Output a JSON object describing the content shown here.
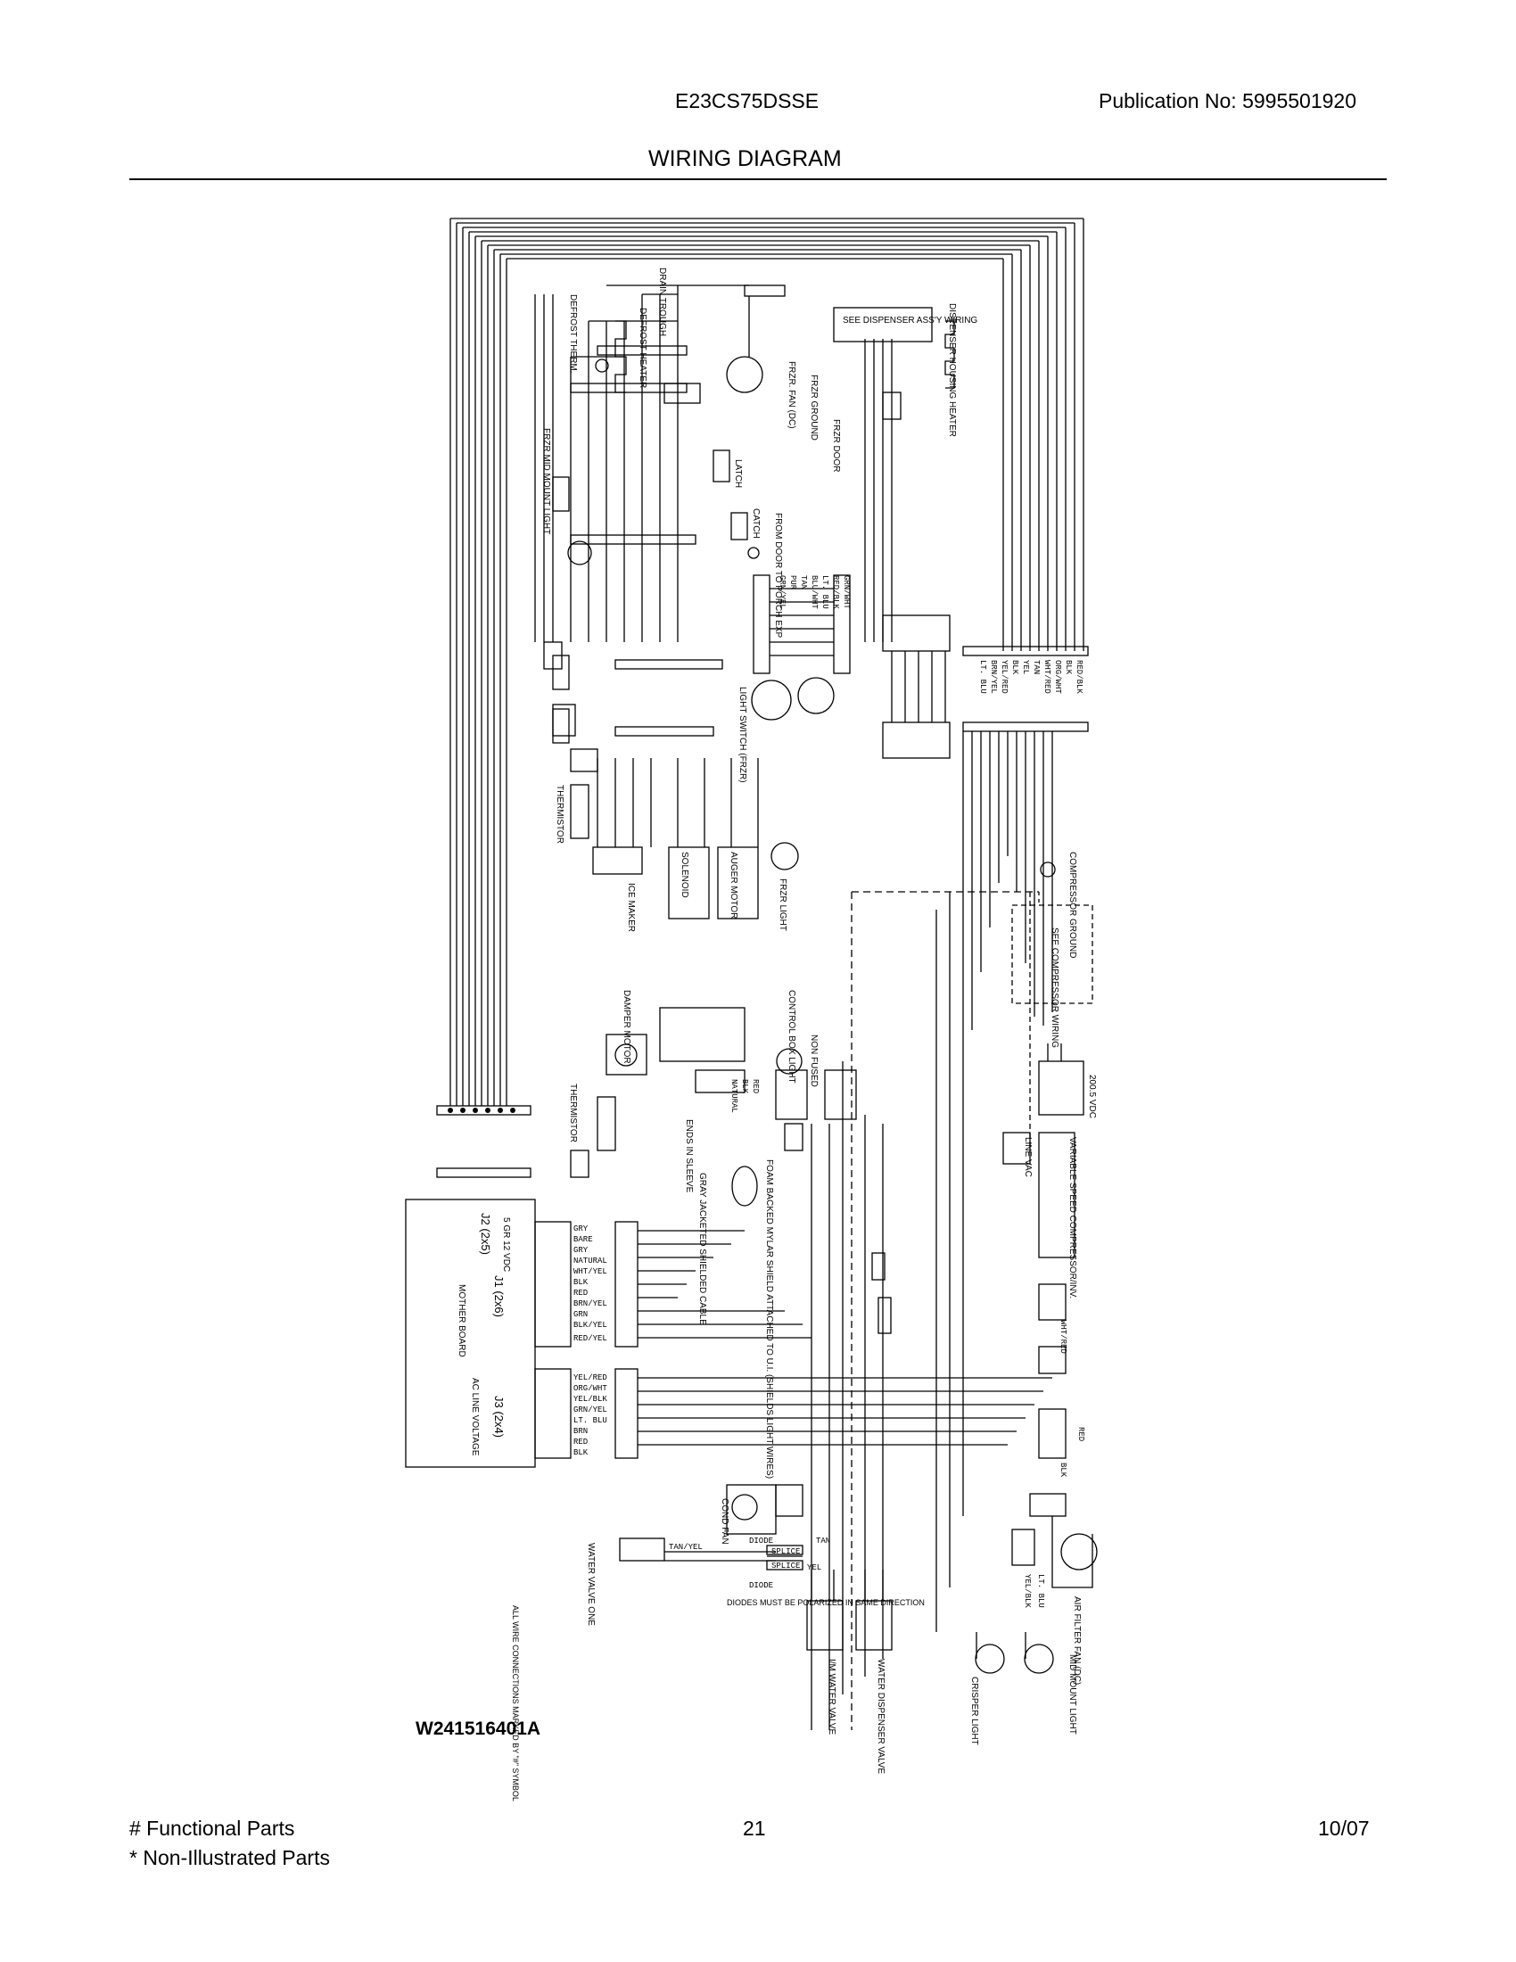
{
  "header": {
    "model": "E23CS75DSSE",
    "publication": "Publication No:  5995501920",
    "title": "WIRING DIAGRAM"
  },
  "diagram": {
    "part_number": "W241516401A",
    "upper_components": {
      "defrost_therm": "DEFROST THERM.",
      "defrost_heater": "DEFROST HEATER",
      "drain_trough": "DRAIN TROUGH",
      "frzr_fan": "FRZR. FAN (DC)",
      "frzr_ground": "FRZR GROUND",
      "dispenser_note": "SEE DISPENSER ASS'Y WIRING",
      "dispenser_heater": "DISPENSER HOUSING HEATER",
      "frzr_door": "FRZR DOOR",
      "frzr_mid_mount_light": "FRZR MID MOUNT LIGHT",
      "latch": "LATCH",
      "catch": "CATCH",
      "from_door": "FROM DOOR TO PORCH EXP",
      "light_switch": "LIGHT SWITCH (FRZR)",
      "thermistor": "THERMISTOR",
      "ice_maker": "ICE MAKER",
      "solenoid": "SOLENOID",
      "auger_motor": "AUGER MOTOR",
      "frzr_light": "FRZR LIGHT",
      "compressor_ground": "COMPRESSOR GROUND",
      "see_compressor_wiring": "SEE COMPRESSOR WIRING"
    },
    "upper_wires": [
      "GRN/YEL",
      "PUR",
      "TAN",
      "BLU/WHT",
      "LT. BLU",
      "RED/BLK",
      "GRN/WHT"
    ],
    "harness_wires": [
      "RED/BLK",
      "BLK",
      "ORG/WHT",
      "WHT/RED",
      "TAN",
      "YEL",
      "BLK",
      "YEL/RED",
      "BRN/YEL",
      "LT. BLU"
    ],
    "middle_components": {
      "damper_motor": "DAMPER MOTOR",
      "control_box": "CONTROL BOX LIGHT",
      "thermistor": "THERMISTOR",
      "non_fused": "NON FUSED",
      "foam_backed_mylar": "FOAM BACKED MYLAR SHIELD ATTACHED TO U.I. (SHIELDS LIGHT WIRES)",
      "shielded_cable": "GRAY JACKETED SHIELDED CABLE",
      "ends_sleeve": "ENDS IN SLEEVE",
      "red_blk_natural": [
        "RED",
        "BLK",
        "NATURAL"
      ],
      "line_vac": "LINE VAC",
      "variable_speed": "VARIABLE SPEED COMPRESSOR/INV.",
      "vdc": "200.5 VDC"
    },
    "mother_board": {
      "label": "MOTHER BOARD",
      "j2": "J2 (2x5)",
      "j1": "J1 (2x6)",
      "j3": "J3 (2x4)",
      "vdc_label": "5 GR 12 VDC",
      "ac_line": "AC LINE VOLTAGE",
      "j2_j1_wires": [
        "GRY",
        "BARE",
        "GRY",
        "NATURAL",
        "WHT/YEL",
        "BLK",
        "RED",
        "BRN/YEL",
        "GRN",
        "BLK/YEL",
        "RED/YEL"
      ],
      "j3_wires": [
        "YEL/RED",
        "ORG/WHT",
        "YEL/BLK",
        "GRN/YEL",
        "LT. BLU",
        "BRN",
        "RED",
        "BLK"
      ]
    },
    "lower_components": {
      "cond_fan": "COND FAN",
      "water_valve_one": "WATER VALVE ONE",
      "diode": "DIODE",
      "splice": "SPLICE",
      "tan_yel": "TAN/YEL",
      "tan": "TAN",
      "yel": "YEL",
      "diode_note": "DIODES MUST BE POLARIZED IN SAME DIRECTION",
      "im_water_valve": "I/M WATER VALVE",
      "water_dispenser_valve": "WATER DISPENSER VALVE",
      "crisper_light": "CRISPER LIGHT",
      "mid_mount_light": "MID MOUNT LIGHT",
      "air_filter_fan": "AIR FILTER FAN (DC)",
      "wht_red": "WHT/RED",
      "red": "RED",
      "blk": "BLK",
      "yel_blk": "YEL/BLK",
      "lt_blu": "LT. BLU",
      "connections_note": "ALL WIRE CONNECTIONS MARKED BY \"#\" SYMBOL"
    }
  },
  "footer": {
    "legend_functional": "# Functional Parts",
    "legend_non_illustrated": "* Non-Illustrated Parts",
    "page": "21",
    "date": "10/07"
  }
}
